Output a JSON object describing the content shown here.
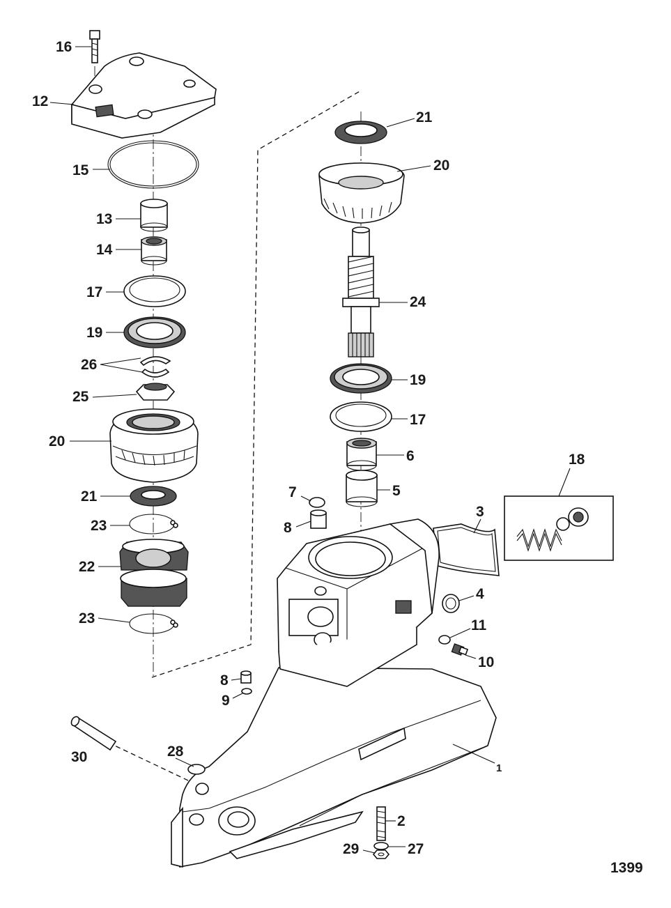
{
  "diagram": {
    "figure_number": "1399",
    "callouts": {
      "c16": "16",
      "c12": "12",
      "c15": "15",
      "c13": "13",
      "c14": "14",
      "c17a": "17",
      "c19a": "19",
      "c26": "26",
      "c25": "25",
      "c20a": "20",
      "c21a": "21",
      "c23a": "23",
      "c22": "22",
      "c23b": "23",
      "c21b": "21",
      "c20b": "20",
      "c24": "24",
      "c19b": "19",
      "c17b": "17",
      "c6": "6",
      "c5": "5",
      "c18": "18",
      "c7": "7",
      "c8a": "8",
      "c3": "3",
      "c4": "4",
      "c11": "11",
      "c10": "10",
      "c8b": "8",
      "c9": "9",
      "c30": "30",
      "c28": "28",
      "c1": "1",
      "c2": "2",
      "c29": "29",
      "c27": "27"
    }
  }
}
